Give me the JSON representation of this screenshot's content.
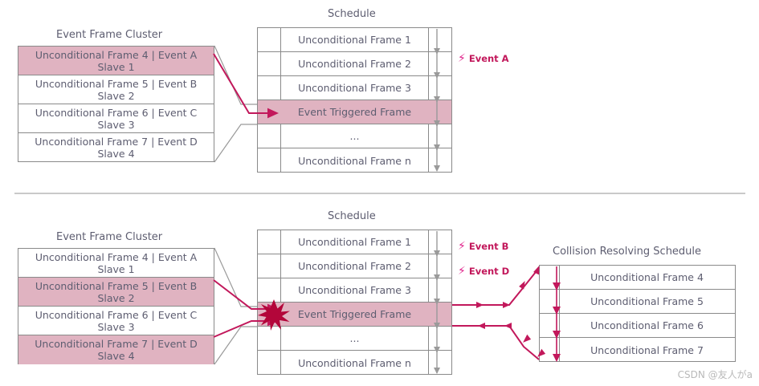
{
  "meta": {
    "watermark": "CSDN @友人がa",
    "colors": {
      "highlight_fill": "#e0b3c1",
      "arrow_crimson": "#c2185b",
      "connector_gray": "#9a9a9a",
      "table_border": "#8a8a8a",
      "text": "#5d5d70",
      "bolt": "#e0218a"
    }
  },
  "top": {
    "cluster": {
      "title": "Event Frame Cluster",
      "rows": [
        {
          "line1": "Unconditional Frame 4  |  Event A",
          "line2": "Slave 1",
          "highlighted": true
        },
        {
          "line1": "Unconditional Frame 5  |  Event B",
          "line2": "Slave 2",
          "highlighted": false
        },
        {
          "line1": "Unconditional Frame 6  |  Event C",
          "line2": "Slave 3",
          "highlighted": false
        },
        {
          "line1": "Unconditional Frame 7  |  Event D",
          "line2": "Slave 4",
          "highlighted": false
        }
      ]
    },
    "schedule": {
      "title": "Schedule",
      "rows": [
        {
          "label": "Unconditional Frame 1",
          "highlighted": false
        },
        {
          "label": "Unconditional Frame 2",
          "highlighted": false
        },
        {
          "label": "Unconditional Frame 3",
          "highlighted": false
        },
        {
          "label": "Event Triggered Frame",
          "highlighted": true
        },
        {
          "label": "...",
          "highlighted": false
        },
        {
          "label": "Unconditional Frame n",
          "highlighted": false
        }
      ]
    },
    "events": [
      {
        "label": "Event A",
        "icon": "lightning-bolt-icon"
      }
    ]
  },
  "bottom": {
    "cluster": {
      "title": "Event Frame Cluster",
      "rows": [
        {
          "line1": "Unconditional Frame 4  |  Event A",
          "line2": "Slave 1",
          "highlighted": false
        },
        {
          "line1": "Unconditional Frame 5  |  Event B",
          "line2": "Slave 2",
          "highlighted": true
        },
        {
          "line1": "Unconditional Frame 6  |  Event C",
          "line2": "Slave 3",
          "highlighted": false
        },
        {
          "line1": "Unconditional Frame 7  |  Event D",
          "line2": "Slave 4",
          "highlighted": true
        }
      ]
    },
    "schedule": {
      "title": "Schedule",
      "rows": [
        {
          "label": "Unconditional Frame 1",
          "highlighted": false
        },
        {
          "label": "Unconditional Frame 2",
          "highlighted": false
        },
        {
          "label": "Unconditional Frame 3",
          "highlighted": false
        },
        {
          "label": "Event Triggered Frame",
          "highlighted": true
        },
        {
          "label": "...",
          "highlighted": false
        },
        {
          "label": "Unconditional Frame n",
          "highlighted": false
        }
      ]
    },
    "events": [
      {
        "label": "Event B",
        "icon": "lightning-bolt-icon"
      },
      {
        "label": "Event D",
        "icon": "lightning-bolt-icon"
      }
    ],
    "collision": {
      "title": "Collision Resolving Schedule",
      "rows": [
        {
          "label": "Unconditional Frame 4"
        },
        {
          "label": "Unconditional Frame 5"
        },
        {
          "label": "Unconditional Frame 6"
        },
        {
          "label": "Unconditional Frame 7"
        }
      ]
    },
    "collision_marker": {
      "icon": "collision-starburst-icon"
    }
  }
}
